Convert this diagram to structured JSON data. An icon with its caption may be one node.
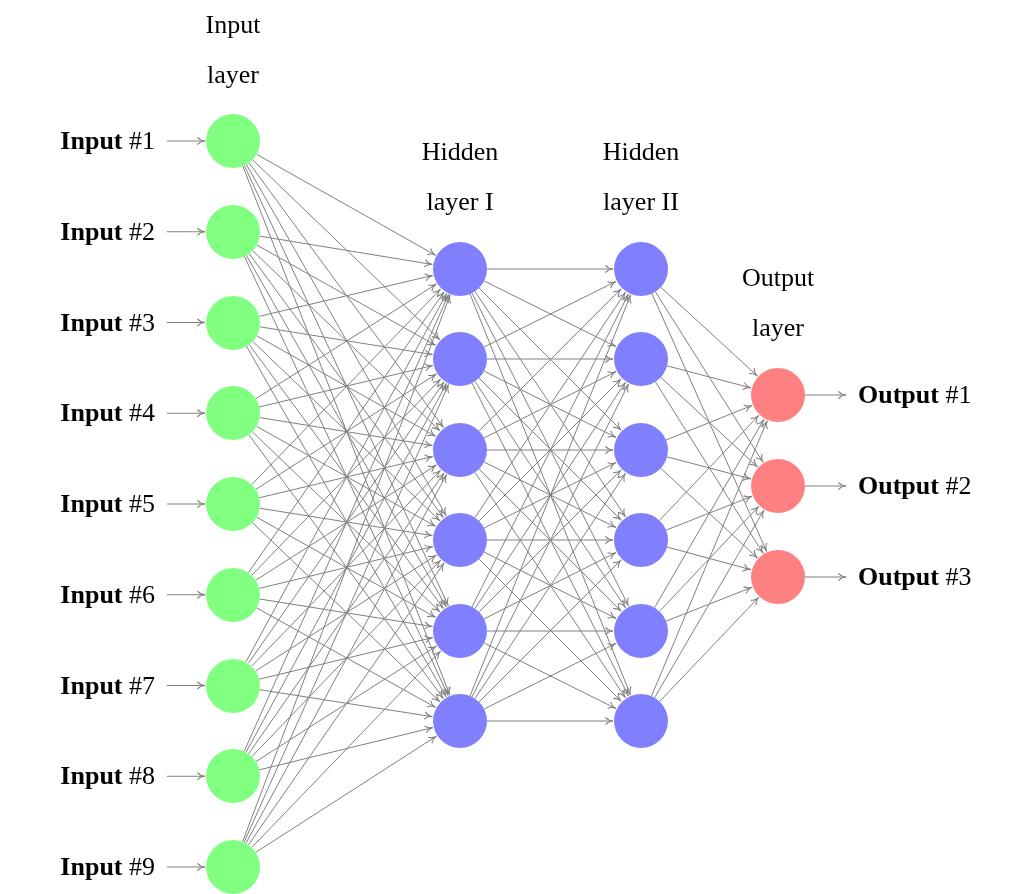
{
  "diagram": {
    "nodes": [
      {
        "text": [
          "**Input** #1"
        ]
      },
      {
        "text": [
          "**Input** #2"
        ]
      },
      {
        "text": [
          "**Input** #3"
        ]
      },
      {
        "text": [
          "**Input** #4"
        ]
      },
      {
        "text": [
          "**Input** #5"
        ]
      },
      {
        "text": [
          "**Input** #6"
        ]
      },
      {
        "text": [
          "**Input** #7"
        ]
      },
      {
        "text": [
          "**Input** #8"
        ]
      },
      {
        "text": [
          "**Input** #9"
        ]
      },
      {
        "text": [],
        "shape": "circle"
      },
      {
        "text": [],
        "shape": "circle"
      },
      {
        "text": [],
        "shape": "circle"
      },
      {
        "text": [],
        "shape": "circle"
      },
      {
        "text": [],
        "shape": "circle"
      },
      {
        "text": [],
        "shape": "circle"
      },
      {
        "text": [],
        "shape": "circle"
      },
      {
        "text": [],
        "shape": "circle"
      },
      {
        "text": [],
        "shape": "circle"
      },
      {
        "text": [],
        "shape": "circle"
      },
      {
        "text": [],
        "shape": "circle"
      },
      {
        "text": [],
        "shape": "circle"
      },
      {
        "text": [],
        "shape": "circle"
      },
      {
        "text": [],
        "shape": "circle"
      },
      {
        "text": [],
        "shape": "circle"
      },
      {
        "text": [],
        "shape": "circle"
      },
      {
        "text": [],
        "shape": "circle"
      },
      {
        "text": [],
        "shape": "circle"
      },
      {
        "text": [],
        "shape": "circle"
      },
      {
        "text": [],
        "shape": "circle"
      },
      {
        "text": [],
        "shape": "circle"
      },
      {
        "text": [],
        "shape": "circle"
      },
      {
        "text": [],
        "shape": "circle"
      },
      {
        "text": [],
        "shape": "circle"
      },
      {
        "text": [
          "**Output** #1"
        ]
      },
      {
        "text": [
          "**Output** #2"
        ]
      },
      {
        "text": [
          "**Output** #3"
        ]
      }
    ],
    "edges": [
      {
        "from": 0,
        "to": 9,
        "arrow": "to"
      },
      {
        "from": 1,
        "to": 10,
        "arrow": "to"
      },
      {
        "from": 2,
        "to": 11,
        "arrow": "to"
      },
      {
        "from": 3,
        "to": 12,
        "arrow": "to"
      },
      {
        "from": 4,
        "to": 13,
        "arrow": "to"
      },
      {
        "from": 5,
        "to": 14,
        "arrow": "to"
      },
      {
        "from": 6,
        "to": 15,
        "arrow": "to"
      },
      {
        "from": 7,
        "to": 16,
        "arrow": "to"
      },
      {
        "from": 8,
        "to": 17,
        "arrow": "to"
      },
      {
        "from": 9,
        "to": 18,
        "arrow": "to"
      },
      {
        "from": 9,
        "to": 19,
        "arrow": "to"
      },
      {
        "from": 9,
        "to": 20,
        "arrow": "to"
      },
      {
        "from": 9,
        "to": 21,
        "arrow": "to"
      },
      {
        "from": 9,
        "to": 22,
        "arrow": "to"
      },
      {
        "from": 9,
        "to": 23,
        "arrow": "to"
      },
      {
        "from": 10,
        "to": 18,
        "arrow": "to"
      },
      {
        "from": 10,
        "to": 19,
        "arrow": "to"
      },
      {
        "from": 10,
        "to": 20,
        "arrow": "to"
      },
      {
        "from": 10,
        "to": 21,
        "arrow": "to"
      },
      {
        "from": 10,
        "to": 22,
        "arrow": "to"
      },
      {
        "from": 10,
        "to": 23,
        "arrow": "to"
      },
      {
        "from": 11,
        "to": 18,
        "arrow": "to"
      },
      {
        "from": 11,
        "to": 19,
        "arrow": "to"
      },
      {
        "from": 11,
        "to": 20,
        "arrow": "to"
      },
      {
        "from": 11,
        "to": 21,
        "arrow": "to"
      },
      {
        "from": 11,
        "to": 22,
        "arrow": "to"
      },
      {
        "from": 11,
        "to": 23,
        "arrow": "to"
      },
      {
        "from": 12,
        "to": 18,
        "arrow": "to"
      },
      {
        "from": 12,
        "to": 19,
        "arrow": "to"
      },
      {
        "from": 12,
        "to": 20,
        "arrow": "to"
      },
      {
        "from": 12,
        "to": 21,
        "arrow": "to"
      },
      {
        "from": 12,
        "to": 22,
        "arrow": "to"
      },
      {
        "from": 12,
        "to": 23,
        "arrow": "to"
      },
      {
        "from": 13,
        "to": 18,
        "arrow": "to"
      },
      {
        "from": 13,
        "to": 19,
        "arrow": "to"
      },
      {
        "from": 13,
        "to": 20,
        "arrow": "to"
      },
      {
        "from": 13,
        "to": 21,
        "arrow": "to"
      },
      {
        "from": 13,
        "to": 22,
        "arrow": "to"
      },
      {
        "from": 13,
        "to": 23,
        "arrow": "to"
      },
      {
        "from": 14,
        "to": 18,
        "arrow": "to"
      },
      {
        "from": 14,
        "to": 19,
        "arrow": "to"
      },
      {
        "from": 14,
        "to": 20,
        "arrow": "to"
      },
      {
        "from": 14,
        "to": 21,
        "arrow": "to"
      },
      {
        "from": 14,
        "to": 22,
        "arrow": "to"
      },
      {
        "from": 14,
        "to": 23,
        "arrow": "to"
      },
      {
        "from": 15,
        "to": 18,
        "arrow": "to"
      },
      {
        "from": 15,
        "to": 19,
        "arrow": "to"
      },
      {
        "from": 15,
        "to": 20,
        "arrow": "to"
      },
      {
        "from": 15,
        "to": 21,
        "arrow": "to"
      },
      {
        "from": 15,
        "to": 22,
        "arrow": "to"
      },
      {
        "from": 15,
        "to": 23,
        "arrow": "to"
      },
      {
        "from": 16,
        "to": 18,
        "arrow": "to"
      },
      {
        "from": 16,
        "to": 19,
        "arrow": "to"
      },
      {
        "from": 16,
        "to": 20,
        "arrow": "to"
      },
      {
        "from": 16,
        "to": 21,
        "arrow": "to"
      },
      {
        "from": 16,
        "to": 22,
        "arrow": "to"
      },
      {
        "from": 16,
        "to": 23,
        "arrow": "to"
      },
      {
        "from": 17,
        "to": 18,
        "arrow": "to"
      },
      {
        "from": 17,
        "to": 19,
        "arrow": "to"
      },
      {
        "from": 17,
        "to": 20,
        "arrow": "to"
      },
      {
        "from": 17,
        "to": 21,
        "arrow": "to"
      },
      {
        "from": 17,
        "to": 22,
        "arrow": "to"
      },
      {
        "from": 17,
        "to": 23,
        "arrow": "to"
      },
      {
        "from": 18,
        "to": 24,
        "arrow": "to"
      },
      {
        "from": 18,
        "to": 25,
        "arrow": "to"
      },
      {
        "from": 18,
        "to": 26,
        "arrow": "to"
      },
      {
        "from": 18,
        "to": 27,
        "arrow": "to"
      },
      {
        "from": 18,
        "to": 28,
        "arrow": "to"
      },
      {
        "from": 18,
        "to": 29,
        "arrow": "to"
      },
      {
        "from": 19,
        "to": 24,
        "arrow": "to"
      },
      {
        "from": 19,
        "to": 25,
        "arrow": "to"
      },
      {
        "from": 19,
        "to": 26,
        "arrow": "to"
      },
      {
        "from": 19,
        "to": 27,
        "arrow": "to"
      },
      {
        "from": 19,
        "to": 28,
        "arrow": "to"
      },
      {
        "from": 19,
        "to": 29,
        "arrow": "to"
      },
      {
        "from": 20,
        "to": 24,
        "arrow": "to"
      },
      {
        "from": 20,
        "to": 25,
        "arrow": "to"
      },
      {
        "from": 20,
        "to": 26,
        "arrow": "to"
      },
      {
        "from": 20,
        "to": 27,
        "arrow": "to"
      },
      {
        "from": 20,
        "to": 28,
        "arrow": "to"
      },
      {
        "from": 20,
        "to": 29,
        "arrow": "to"
      },
      {
        "from": 21,
        "to": 24,
        "arrow": "to"
      },
      {
        "from": 21,
        "to": 25,
        "arrow": "to"
      },
      {
        "from": 21,
        "to": 26,
        "arrow": "to"
      },
      {
        "from": 21,
        "to": 27,
        "arrow": "to"
      },
      {
        "from": 21,
        "to": 28,
        "arrow": "to"
      },
      {
        "from": 21,
        "to": 29,
        "arrow": "to"
      },
      {
        "from": 22,
        "to": 24,
        "arrow": "to"
      },
      {
        "from": 22,
        "to": 25,
        "arrow": "to"
      },
      {
        "from": 22,
        "to": 26,
        "arrow": "to"
      },
      {
        "from": 22,
        "to": 27,
        "arrow": "to"
      },
      {
        "from": 22,
        "to": 28,
        "arrow": "to"
      },
      {
        "from": 22,
        "to": 29,
        "arrow": "to"
      },
      {
        "from": 23,
        "to": 24,
        "arrow": "to"
      },
      {
        "from": 23,
        "to": 25,
        "arrow": "to"
      },
      {
        "from": 23,
        "to": 26,
        "arrow": "to"
      },
      {
        "from": 23,
        "to": 27,
        "arrow": "to"
      },
      {
        "from": 23,
        "to": 28,
        "arrow": "to"
      },
      {
        "from": 23,
        "to": 29,
        "arrow": "to"
      },
      {
        "from": 24,
        "to": 30,
        "arrow": "to"
      },
      {
        "from": 24,
        "to": 31,
        "arrow": "to"
      },
      {
        "from": 24,
        "to": 32,
        "arrow": "to"
      },
      {
        "from": 25,
        "to": 30,
        "arrow": "to"
      },
      {
        "from": 25,
        "to": 31,
        "arrow": "to"
      },
      {
        "from": 25,
        "to": 32,
        "arrow": "to"
      },
      {
        "from": 26,
        "to": 30,
        "arrow": "to"
      },
      {
        "from": 26,
        "to": 31,
        "arrow": "to"
      },
      {
        "from": 26,
        "to": 32,
        "arrow": "to"
      },
      {
        "from": 27,
        "to": 30,
        "arrow": "to"
      },
      {
        "from": 27,
        "to": 31,
        "arrow": "to"
      },
      {
        "from": 27,
        "to": 32,
        "arrow": "to"
      },
      {
        "from": 28,
        "to": 30,
        "arrow": "to"
      },
      {
        "from": 28,
        "to": 31,
        "arrow": "to"
      },
      {
        "from": 28,
        "to": 32,
        "arrow": "to"
      },
      {
        "from": 29,
        "to": 30,
        "arrow": "to"
      },
      {
        "from": 29,
        "to": 31,
        "arrow": "to"
      },
      {
        "from": 29,
        "to": 32,
        "arrow": "to"
      },
      {
        "from": 30,
        "to": 33,
        "arrow": "to"
      },
      {
        "from": 31,
        "to": 34,
        "arrow": "to"
      },
      {
        "from": 32,
        "to": 35,
        "arrow": "to"
      }
    ],
    "labels": [
      "Input layer",
      "Hidden layer I",
      "Hidden layer II",
      "Output layer"
    ]
  }
}
